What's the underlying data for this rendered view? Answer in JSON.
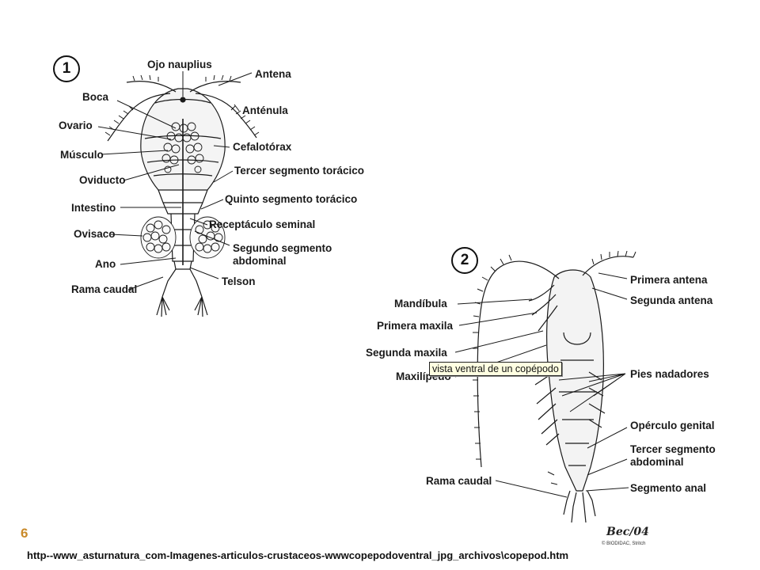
{
  "figure1": {
    "number": "1",
    "labels": [
      "Ojo nauplius",
      "Antena",
      "Boca",
      "Anténula",
      "Ovario",
      "Cefalotórax",
      "Músculo",
      "Oviducto",
      "Tercer segmento torácico",
      "Quinto segmento torácico",
      "Intestino",
      "Receptáculo seminal",
      "Ovisaco",
      "Segundo segmento",
      "abdominal",
      "Ano",
      "Telson",
      "Rama caudal"
    ]
  },
  "figure2": {
    "number": "2",
    "labels": [
      "Primera antena",
      "Mandíbula",
      "Segunda antena",
      "Primera maxila",
      "Segunda maxila",
      "Maxilípedo",
      "Pies nadadores",
      "Opérculo genital",
      "Tercer segmento",
      "abdominal",
      "Rama caudal",
      "Segmento anal"
    ],
    "tooltip": "vista ventral de un copépodo",
    "signature": "Bec/04",
    "signature_small": "© BIODIDAC, Stritch"
  },
  "slide_number": "6",
  "source_text": "http--www_asturnatura_com-Imagenes-articulos-crustaceos-wwwcopepodoventral_jpg_archivos\\copepod.htm",
  "colors": {
    "slide_number": "#c98a2a",
    "tooltip_bg": "#ffffe1",
    "ink": "#1a1a1a"
  }
}
